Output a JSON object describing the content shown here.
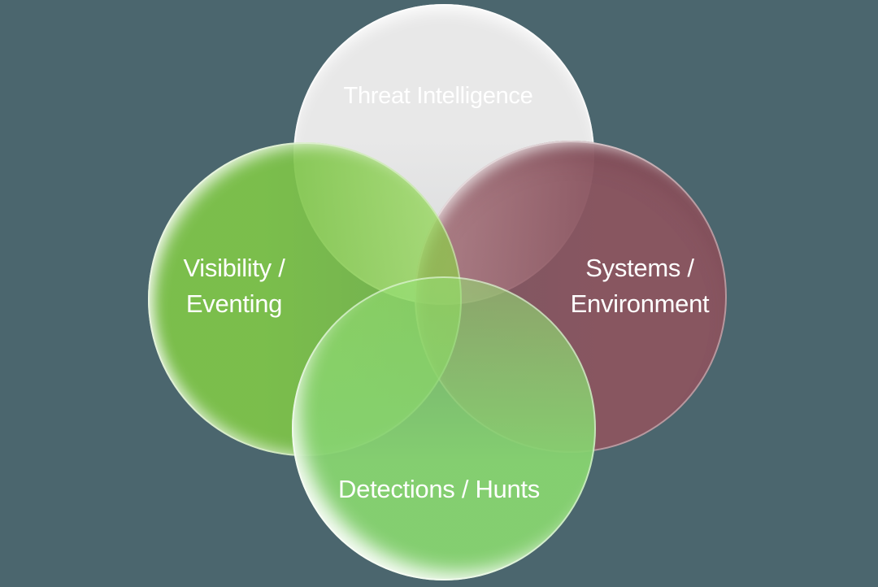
{
  "canvas": {
    "background_color": "#4b666e",
    "text_color": "#ffffff"
  },
  "diagram": {
    "type": "venn",
    "sets": [
      {
        "id": "threat-intelligence",
        "position": "top",
        "label": "Threat Intelligence",
        "lines": [
          "Threat Intelligence"
        ],
        "color": "#e9e8e8"
      },
      {
        "id": "visibility-eventing",
        "position": "left",
        "label": "Visibility / Eventing",
        "lines": [
          "Visibility /",
          "Eventing"
        ],
        "color": "#7dc24a"
      },
      {
        "id": "systems-environment",
        "position": "right",
        "label": "Systems / Environment",
        "lines": [
          "Systems /",
          "Environment"
        ],
        "color": "#8a5560"
      },
      {
        "id": "detections-hunts",
        "position": "bottom",
        "label": "Detections / Hunts",
        "lines": [
          "Detections / Hunts"
        ],
        "color": "#85d171"
      }
    ]
  }
}
